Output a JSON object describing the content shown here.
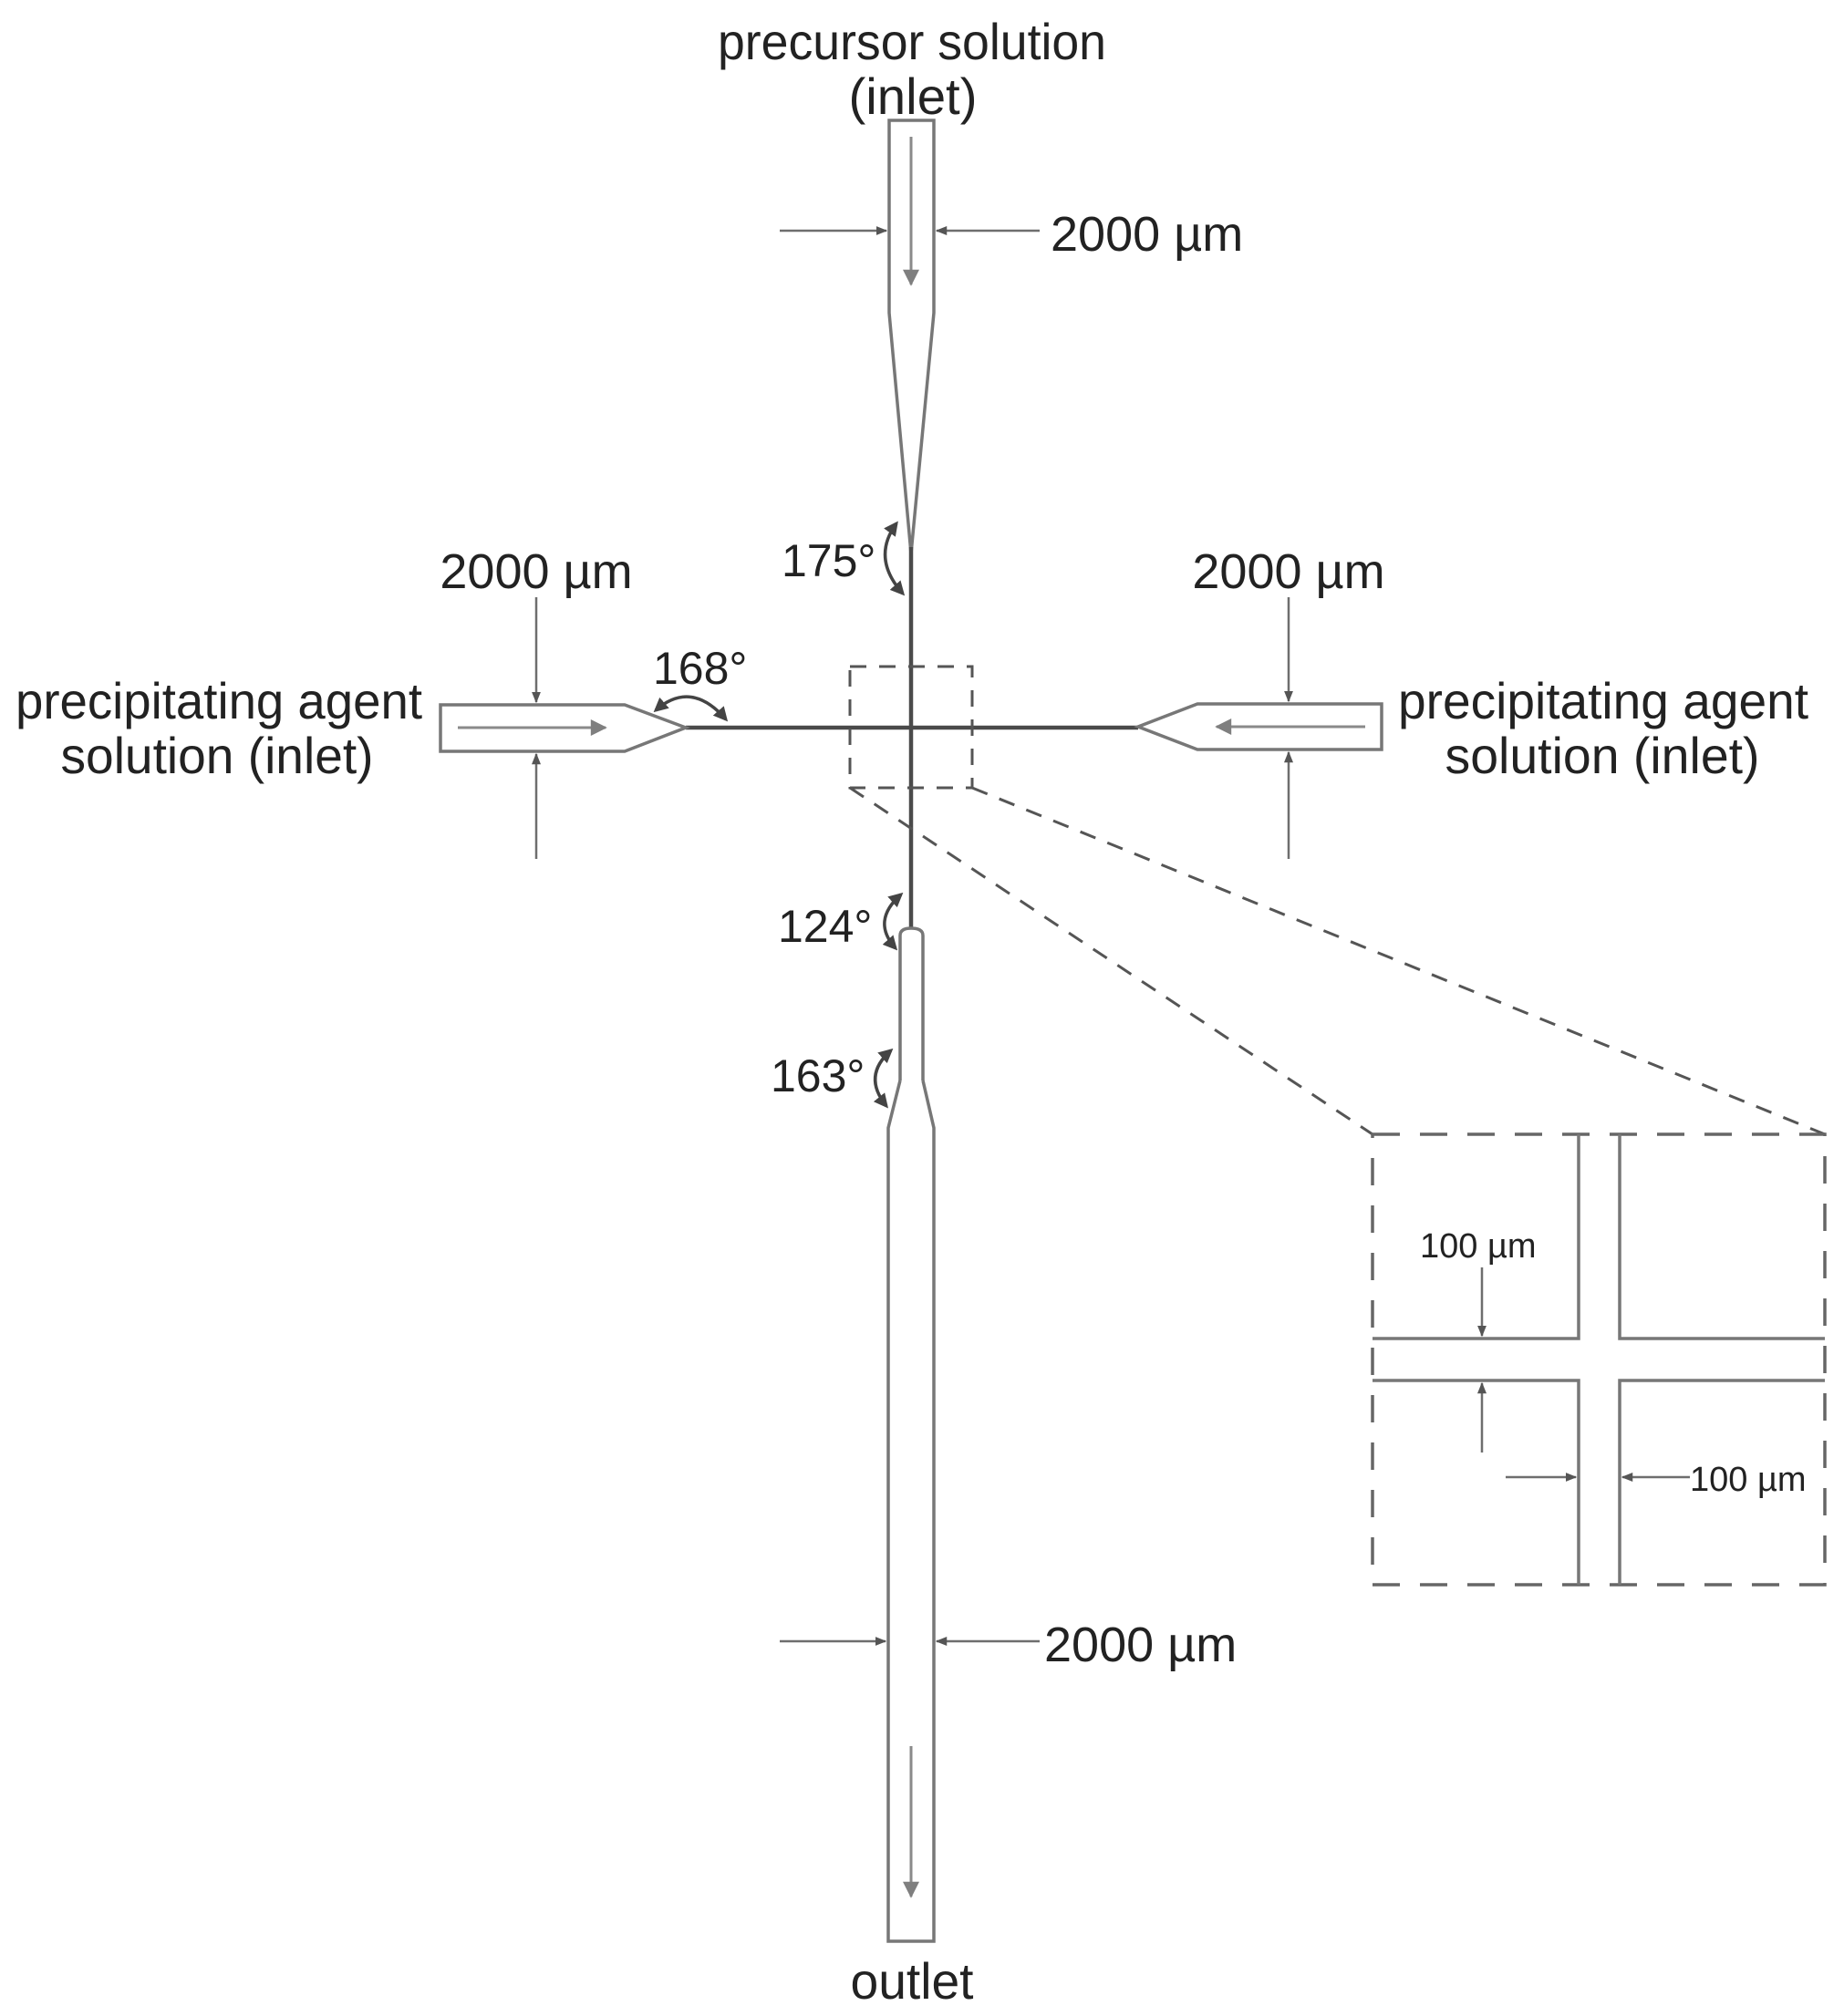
{
  "figure": {
    "type": "microfluidic cross-junction channel schematic",
    "colors": {
      "text": "#222222",
      "channel_outline": "#777777",
      "core_channel": "#4a4a4a",
      "flow_arrow": "#8a8a8a",
      "dimension_lines": "#6e6e6e",
      "zoom_box": "#666666"
    }
  },
  "labels": {
    "top_inlet": {
      "line1": "precursor solution",
      "line2": "(inlet)"
    },
    "left_inlet": {
      "line1": "precipitating agent",
      "line2": "solution (inlet)"
    },
    "right_inlet": {
      "line1": "precipitating agent",
      "line2": "solution (inlet)"
    },
    "outlet": "outlet"
  },
  "dimensions": {
    "top_width": "2000 µm",
    "left_width": "2000 µm",
    "right_width": "2000 µm",
    "outlet_width": "2000 µm",
    "inset_horizontal_channel": "100 µm",
    "inset_vertical_channel": "100 µm"
  },
  "angles": {
    "top_taper": "175°",
    "side_taper": "168°",
    "outlet_step": "124°",
    "outlet_expansion": "163°"
  },
  "icons": {
    "flow_arrows": [
      "flow-down-arrow-icon",
      "flow-right-arrow-icon",
      "flow-left-arrow-icon",
      "flow-down-arrow-icon"
    ],
    "angle_arcs": [
      "double-headed-arc-arrow-icon"
    ]
  }
}
